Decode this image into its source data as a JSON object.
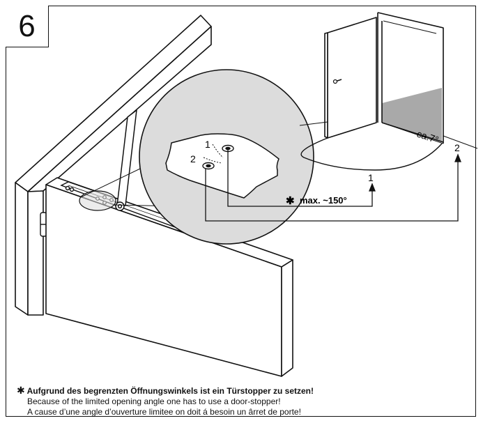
{
  "step_number": "6",
  "callouts": {
    "hole_1": "1",
    "hole_2": "2",
    "position_1": "1",
    "position_2": "2",
    "angle_label": "ca.7°",
    "max_angle": "max. ~150°",
    "asterisk": "✱"
  },
  "notes": {
    "asterisk": "✱",
    "de": "Aufgrund des begrenzten Öffnungswinkels ist ein Türstopper zu setzen!",
    "en": "Because of the limited opening angle one has to use a door-stopper!",
    "fr": "A cause d’une angle d’ouverture limitee on doit á besoin un ârret de porte!"
  },
  "colors": {
    "line": "#111111",
    "circle_fill": "#dcdcdc",
    "floor_shade": "#a9a9a9"
  }
}
